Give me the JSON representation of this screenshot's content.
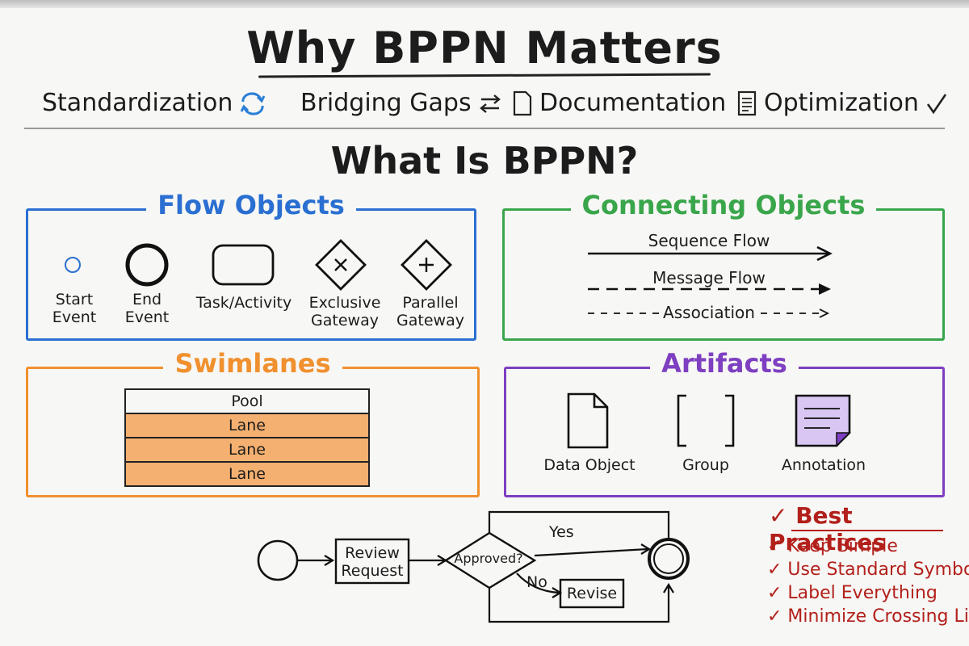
{
  "title": "Why BPPN Matters",
  "benefits": [
    {
      "label": "Standardization",
      "icon": "refresh-icon"
    },
    {
      "label": "Bridging Gaps",
      "icon": "swap-arrows-icon"
    },
    {
      "label": "Documentation",
      "icon": "document-icon"
    },
    {
      "label": "Optimization",
      "icon": "checkmark-icon"
    }
  ],
  "subtitle": "What Is BPPN?",
  "flow_objects": {
    "title": "Flow Objects",
    "items": [
      {
        "line1": "Start",
        "line2": "Event"
      },
      {
        "line1": "End",
        "line2": "Event"
      },
      {
        "line1": "Task/Activity",
        "line2": ""
      },
      {
        "line1": "Exclusive",
        "line2": "Gateway"
      },
      {
        "line1": "Parallel",
        "line2": "Gateway"
      }
    ]
  },
  "connecting_objects": {
    "title": "Connecting Objects",
    "items": [
      "Sequence Flow",
      "Message Flow",
      "Association"
    ]
  },
  "swimlanes": {
    "title": "Swimlanes",
    "rows": [
      "Pool",
      "Lane",
      "Lane",
      "Lane"
    ]
  },
  "artifacts": {
    "title": "Artifacts",
    "items": [
      "Data Object",
      "Group",
      "Annotation"
    ]
  },
  "example_process": {
    "task": {
      "line1": "Review",
      "line2": "Request"
    },
    "gateway": "Approved?",
    "yes": "Yes",
    "no": "No",
    "revise": "Revise"
  },
  "best_practices": {
    "title": "✓ Best Practices",
    "items": [
      "✓ Keep Simple",
      "✓ Use Standard Symbols",
      "✓ Label Everything",
      "✓ Minimize Crossing Lines"
    ]
  },
  "colors": {
    "blue": "#2a6fd1",
    "green": "#3aa64b",
    "orange": "#f0902e",
    "purple": "#7e3fc1",
    "red": "#b3201b"
  }
}
